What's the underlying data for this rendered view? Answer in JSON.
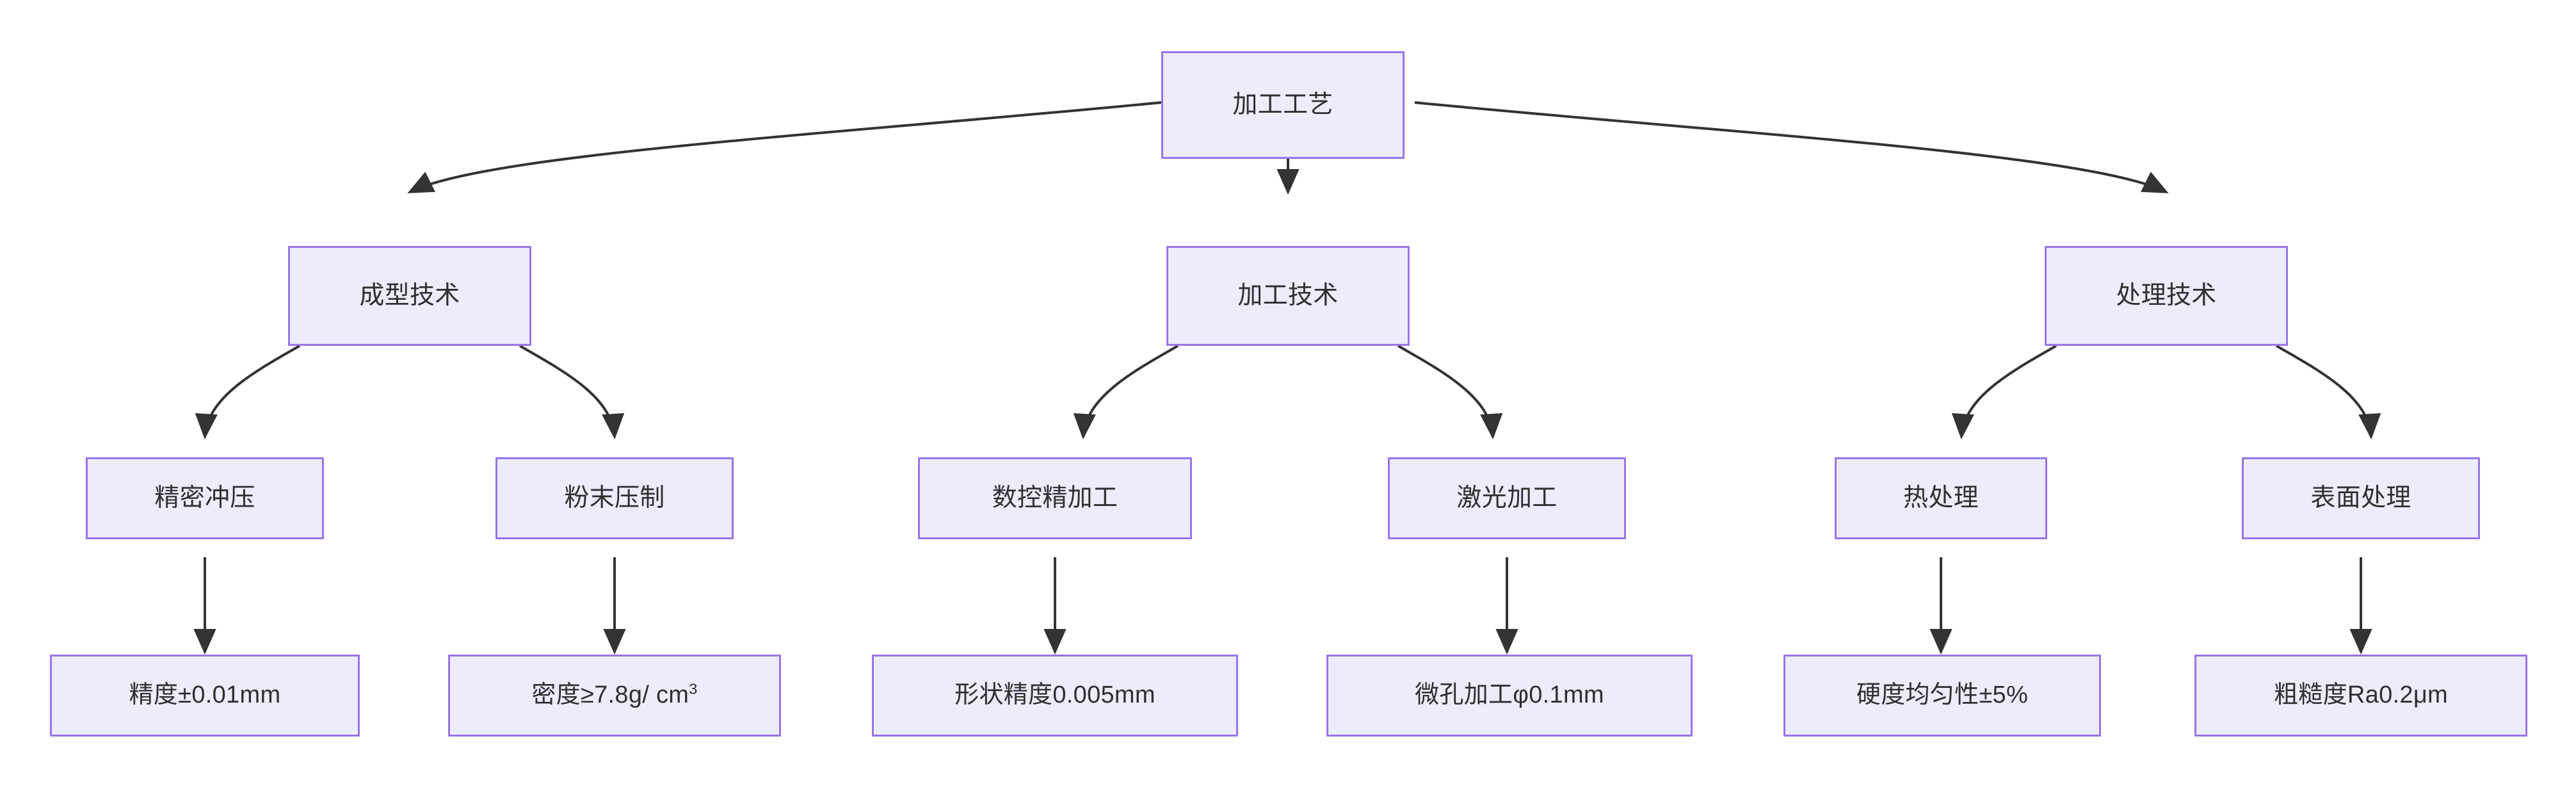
{
  "diagram": {
    "type": "flowchart-tree",
    "direction": "top-down",
    "title": "加工工艺",
    "colors": {
      "node_fill": "#ececfd",
      "node_border": "#9874e8",
      "node_text": "#2f2f2f",
      "edge_stroke": "#333333",
      "background": "#ffffff"
    },
    "levels": [
      {
        "level": 1,
        "nodes": [
          {
            "id": "root",
            "label": "加工工艺"
          }
        ]
      },
      {
        "level": 2,
        "nodes": [
          {
            "id": "cat1",
            "label": "成型技术"
          },
          {
            "id": "cat2",
            "label": "加工技术"
          },
          {
            "id": "cat3",
            "label": "处理技术"
          }
        ]
      },
      {
        "level": 3,
        "nodes": [
          {
            "id": "t1",
            "label": "精密冲压"
          },
          {
            "id": "t2",
            "label": "粉末压制"
          },
          {
            "id": "t3",
            "label": "数控精加工"
          },
          {
            "id": "t4",
            "label": "激光加工"
          },
          {
            "id": "t5",
            "label": "热处理"
          },
          {
            "id": "t6",
            "label": "表面处理"
          }
        ]
      },
      {
        "level": 4,
        "nodes": [
          {
            "id": "s1",
            "label": "精度±0.01mm",
            "html": "精度±0.01mm"
          },
          {
            "id": "s2",
            "label": "密度≥7.8g/cm³",
            "html": "密度≥7.8g/ cm<sup>3</sup>"
          },
          {
            "id": "s3",
            "label": "形状精度0.005mm",
            "html": "形状精度0.005mm"
          },
          {
            "id": "s4",
            "label": "微孔加工φ0.1mm",
            "html": "微孔加工φ0.1mm"
          },
          {
            "id": "s5",
            "label": "硬度均匀性±5%",
            "html": "硬度均匀性±5%"
          },
          {
            "id": "s6",
            "label": "粗糙度Ra0.2μm",
            "html": "粗糙度Ra0.2μm"
          }
        ]
      }
    ],
    "edges": [
      {
        "from": "root",
        "to": "cat1"
      },
      {
        "from": "root",
        "to": "cat2"
      },
      {
        "from": "root",
        "to": "cat3"
      },
      {
        "from": "cat1",
        "to": "t1"
      },
      {
        "from": "cat1",
        "to": "t2"
      },
      {
        "from": "cat2",
        "to": "t3"
      },
      {
        "from": "cat2",
        "to": "t4"
      },
      {
        "from": "cat3",
        "to": "t5"
      },
      {
        "from": "cat3",
        "to": "t6"
      },
      {
        "from": "t1",
        "to": "s1"
      },
      {
        "from": "t2",
        "to": "s2"
      },
      {
        "from": "t3",
        "to": "s3"
      },
      {
        "from": "t4",
        "to": "s4"
      },
      {
        "from": "t5",
        "to": "s5"
      },
      {
        "from": "t6",
        "to": "s6"
      }
    ]
  }
}
